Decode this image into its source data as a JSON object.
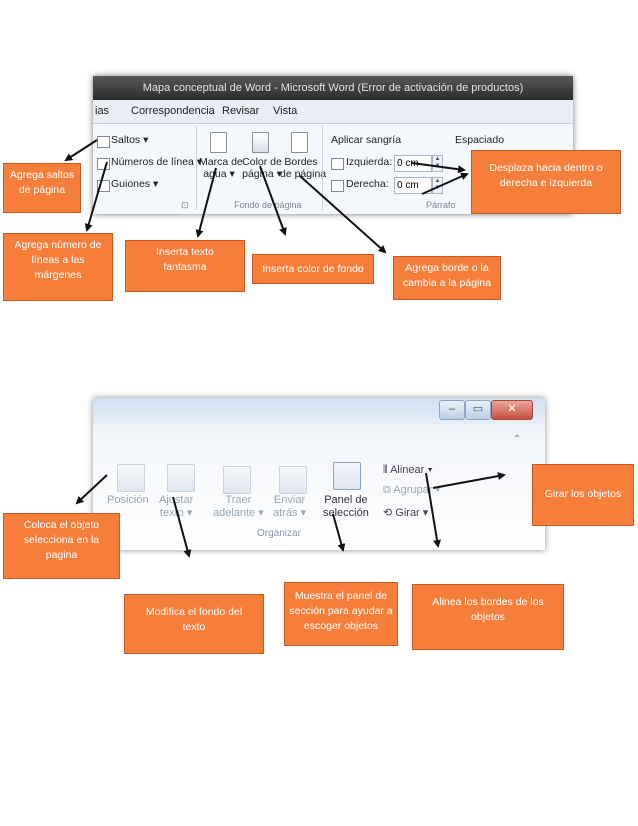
{
  "ribbon1": {
    "title": "Mapa conceptual de Word  -  Microsoft Word (Error de activación de productos)",
    "tabs": [
      "ias",
      "Correspondencia",
      "Revisar",
      "Vista"
    ],
    "saltos": "Saltos",
    "numeros_linea": "Números de línea",
    "guiones": "Guiones",
    "marca_agua": [
      "Marca de",
      "agua"
    ],
    "color_pagina": [
      "Color de",
      "página"
    ],
    "bordes_pagina": [
      "Bordes",
      "de página"
    ],
    "fondo_pagina": "Fondo de página",
    "aplicar_sangria": "Aplicar sangría",
    "izquierda": "Izquierda:",
    "derecha": "Derecha:",
    "izq_value": "0 cm",
    "der_value": "0 cm",
    "espaciado": "Espaciado",
    "parrafo": "Párrafo"
  },
  "ribbon2": {
    "posicion": "Posición",
    "ajustar_texto": [
      "Ajustar",
      "texto"
    ],
    "traer_adelante": [
      "Traer",
      "adelante"
    ],
    "enviar_atras": [
      "Enviar",
      "atrás"
    ],
    "panel_seleccion": [
      "Panel de",
      "selección"
    ],
    "alinear": "Alinear",
    "agrupar": "Agrupar",
    "girar": "Girar",
    "organizar": "Organizar"
  },
  "notes": {
    "saltos": [
      "Agrega saltos",
      "de página"
    ],
    "numero_lineas": [
      "Agrega número de",
      "líneas a las",
      "márgenes"
    ],
    "texto_fantasma": [
      "Inserta texto",
      "fantasma"
    ],
    "color_fondo": [
      "Inserta color de fondo"
    ],
    "borde": [
      "Agrega borde o la",
      "cambia a la página"
    ],
    "desplaza": [
      "Desplaza hacia dentro o",
      "derecha e izquierda"
    ],
    "girar": [
      "Girar los objetos"
    ],
    "coloca": [
      "Coloca el objeto",
      "selecciona en la",
      "pagina"
    ],
    "modifica": [
      "Modifica el fondo del",
      "texto"
    ],
    "panel": [
      "Muestra el panel de",
      "sección para ayudar a",
      "escoger objetos"
    ],
    "alinea": [
      "Alinea los bordes de los",
      "objetos"
    ]
  }
}
